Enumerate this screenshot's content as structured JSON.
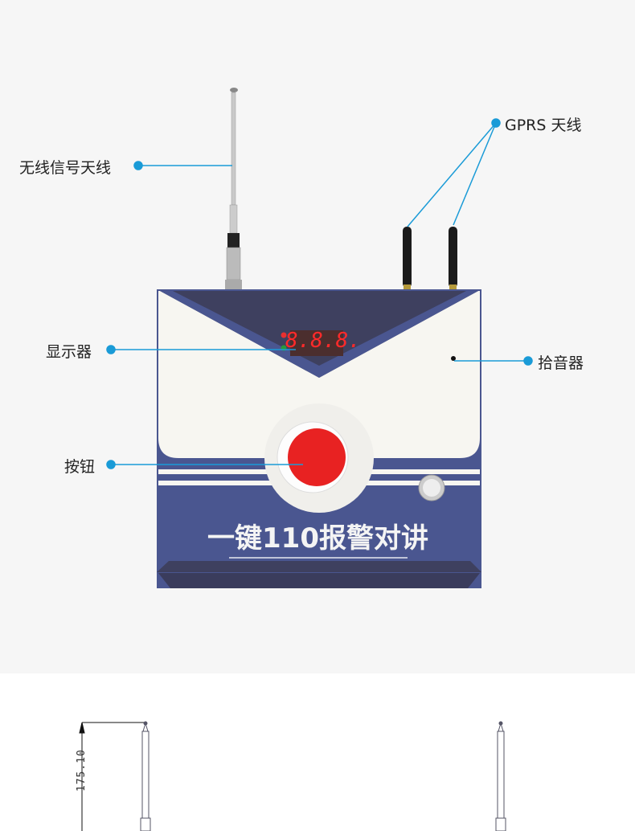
{
  "callouts": {
    "wireless_antenna": "无线信号天线",
    "gprs_antenna": "GPRS 天线",
    "display": "显示器",
    "microphone": "拾音器",
    "button": "按钮"
  },
  "device": {
    "display_reading": "8.8.8.",
    "panel_text": "一键110报警对讲"
  },
  "drawing": {
    "dimension": "175.10"
  },
  "colors": {
    "callout_line": "#1a9bd7",
    "panel_dark": "#3d3f62",
    "panel_blue": "#4a5690",
    "button_red": "#e82222"
  }
}
